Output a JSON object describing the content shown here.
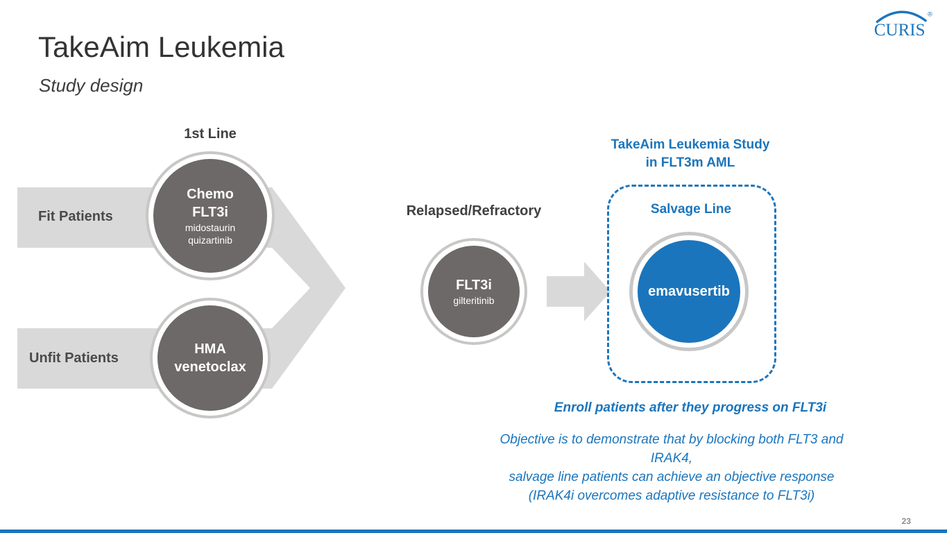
{
  "slide": {
    "title": "TakeAim Leukemia",
    "subtitle": "Study design",
    "page_number": "23"
  },
  "logo": {
    "text": "CURIS",
    "registered_mark": "®"
  },
  "flow": {
    "first_line_label": "1st Line",
    "fit_patients_label": "Fit Patients",
    "unfit_patients_label": "Unfit Patients",
    "relapsed_label": "Relapsed/Refractory",
    "chemo_circle": {
      "line1": "Chemo",
      "line2": "FLT3i",
      "drug1": "midostaurin",
      "drug2": "quizartinib"
    },
    "hma_circle": {
      "line1": "HMA",
      "line2": "venetoclax"
    },
    "flt3i_circle": {
      "line1": "FLT3i",
      "drug": "gilteritinib"
    }
  },
  "study_box": {
    "header_line1": "TakeAim Leukemia Study",
    "header_line2": "in FLT3m AML",
    "salvage_label": "Salvage Line",
    "drug": "emavusertib"
  },
  "notes": {
    "enroll": "Enroll patients after they progress on FLT3i",
    "objective_line1": "Objective is to demonstrate that by blocking both FLT3 and IRAK4,",
    "objective_line2": "salvage line patients can achieve an objective response",
    "objective_line3": "(IRAK4i overcomes adaptive resistance to FLT3i)"
  },
  "colors": {
    "brand_blue": "#1b75bc",
    "circle_gray": "#6c6968",
    "band_gray": "#d9d9d9",
    "ring_gray": "#c7c7c7"
  }
}
